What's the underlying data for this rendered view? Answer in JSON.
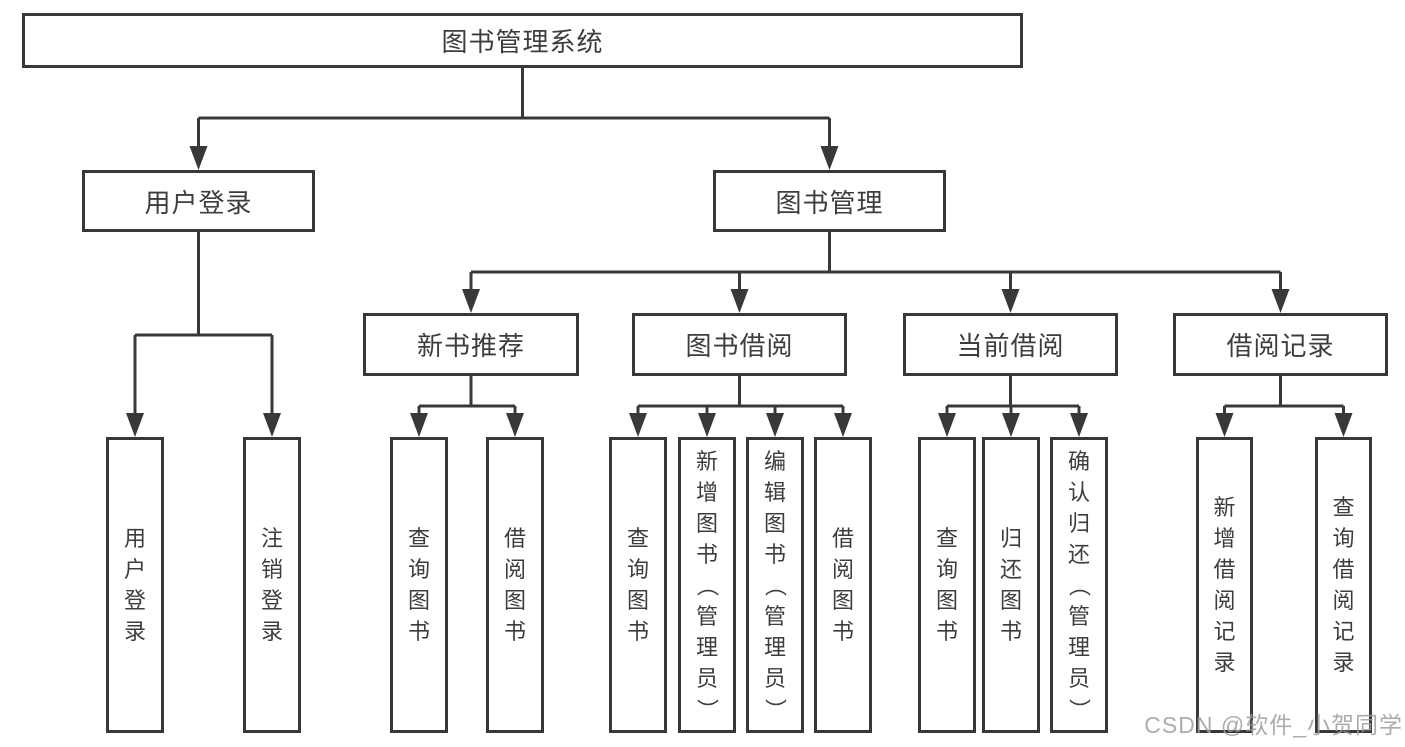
{
  "diagram": {
    "root": {
      "label": "图书管理系统",
      "children": [
        {
          "label": "用户登录",
          "children": [
            {
              "label": "用户登录"
            },
            {
              "label": "注销登录"
            }
          ]
        },
        {
          "label": "图书管理",
          "children": [
            {
              "label": "新书推荐",
              "children": [
                {
                  "label": "查询图书"
                },
                {
                  "label": "借阅图书"
                }
              ]
            },
            {
              "label": "图书借阅",
              "children": [
                {
                  "label": "查询图书"
                },
                {
                  "label": "新增图书（管理员）"
                },
                {
                  "label": "编辑图书（管理员）"
                },
                {
                  "label": "借阅图书"
                }
              ]
            },
            {
              "label": "当前借阅",
              "children": [
                {
                  "label": "查询图书"
                },
                {
                  "label": "归还图书"
                },
                {
                  "label": "确认归还（管理员）"
                }
              ]
            },
            {
              "label": "借阅记录",
              "children": [
                {
                  "label": "新增借阅记录"
                },
                {
                  "label": "查询借阅记录"
                }
              ]
            }
          ]
        }
      ]
    }
  },
  "watermark": {
    "text": "CSDN @软件_小贺同学"
  },
  "colors": {
    "line": "#383838",
    "text": "#3d3d3d",
    "watermark": "#9e9e9e",
    "background": "#ffffff"
  }
}
